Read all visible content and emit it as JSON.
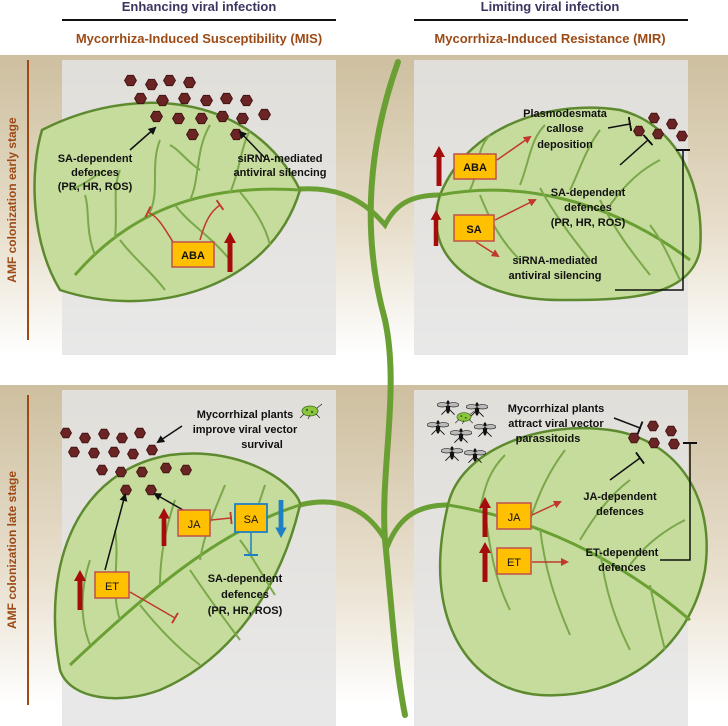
{
  "header": {
    "left_title": "Enhancing viral infection",
    "right_title": "Limiting viral infection",
    "left_subtitle": "Mycorrhiza-Induced Susceptibility (MIS)",
    "right_subtitle": "Mycorrhiza-Induced Resistance (MIR)"
  },
  "side_labels": {
    "early": "AMF colonization early stage",
    "late": "AMF colonization late stage"
  },
  "colors": {
    "leaf_fill": "#c6dc9c",
    "leaf_stroke": "#5e8a2f",
    "box_fill": "#ffc000",
    "box_stroke": "#c0504d",
    "up_arrow": "#a50d0d",
    "down_arrow": "#1f7fc4",
    "virus": "#6b2424",
    "band_tan": "#d8ccb2",
    "panel_gray": "#e6e6e6",
    "heading_orange": "#9c4b16",
    "heading_purple": "#3d3460"
  },
  "panel_early_mis": {
    "sa_defences_line1": "SA-dependent",
    "sa_defences_line2": "defences",
    "sa_defences_line3": "(PR, HR, ROS)",
    "sirna_line1": "siRNA-mediated",
    "sirna_line2": "antiviral silencing",
    "aba_box": "ABA"
  },
  "panel_early_mir": {
    "plasmo_line1": "Plasmodesmata",
    "plasmo_line2": "callose",
    "plasmo_line3": "deposition",
    "aba_box": "ABA",
    "sa_box": "SA",
    "sa_defences_line1": "SA-dependent",
    "sa_defences_line2": "defences",
    "sa_defences_line3": "(PR, HR, ROS)",
    "sirna_line1": "siRNA-mediated",
    "sirna_line2": "antiviral silencing"
  },
  "panel_late_mis": {
    "vector_line1": "Mycorrhizal plants",
    "vector_line2": "improve viral vector",
    "vector_line3": "survival",
    "ja_box": "JA",
    "sa_box": "SA",
    "et_box": "ET",
    "sa_defences_line1": "SA-dependent",
    "sa_defences_line2": "defences",
    "sa_defences_line3": "(PR, HR, ROS)"
  },
  "panel_late_mir": {
    "parasitoid_line1": "Mycorrhizal plants",
    "parasitoid_line2": "attract viral vector",
    "parasitoid_line3": "parassitoids",
    "ja_box": "JA",
    "et_box": "ET",
    "ja_def_line1": "JA-dependent",
    "ja_def_line2": "defences",
    "et_def_line1": "ET-dependent",
    "et_def_line2": "defences"
  }
}
